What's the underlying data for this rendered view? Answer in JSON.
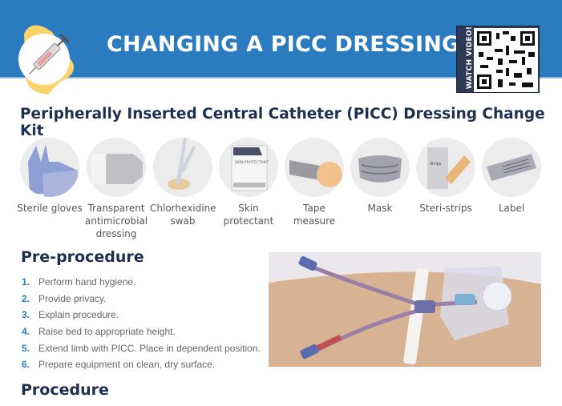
{
  "header": {
    "title": "CHANGING A PICC DRESSING",
    "qr_label": "WATCH VIDEO!",
    "colors": {
      "band": "#2a7bbf",
      "logo_blob": "#fcd36d"
    }
  },
  "kit": {
    "title": "Peripherally Inserted Central Catheter (PICC) Dressing Change Kit",
    "items": [
      {
        "label": "Sterile gloves",
        "icon": "gloves-icon"
      },
      {
        "label": "Transparent antimicrobial dressing",
        "icon": "dressing-icon"
      },
      {
        "label": "Chlorhexidine swab",
        "icon": "swab-icon"
      },
      {
        "label": "Skin protectant",
        "icon": "skin-protectant-icon",
        "pack_text": "SKIN PROTECTANT"
      },
      {
        "label": "Tape measure",
        "icon": "tape-measure-icon"
      },
      {
        "label": "Mask",
        "icon": "mask-icon"
      },
      {
        "label": "Steri-strips",
        "icon": "steri-strips-icon",
        "pack_text": "Strips"
      },
      {
        "label": "Label",
        "icon": "label-icon"
      }
    ]
  },
  "pre_procedure": {
    "title": "Pre-procedure",
    "steps": [
      {
        "n": "1.",
        "text": "Perform hand hygiene."
      },
      {
        "n": "2.",
        "text": "Provide privacy."
      },
      {
        "n": "3.",
        "text": "Explain procedure."
      },
      {
        "n": "4.",
        "text": "Raise bed to appropriate height."
      },
      {
        "n": "5.",
        "text": "Extend limb with PICC. Place in dependent position."
      },
      {
        "n": "6.",
        "text": "Prepare equipment on clean, dry surface."
      }
    ]
  },
  "procedure": {
    "title": "Procedure"
  }
}
